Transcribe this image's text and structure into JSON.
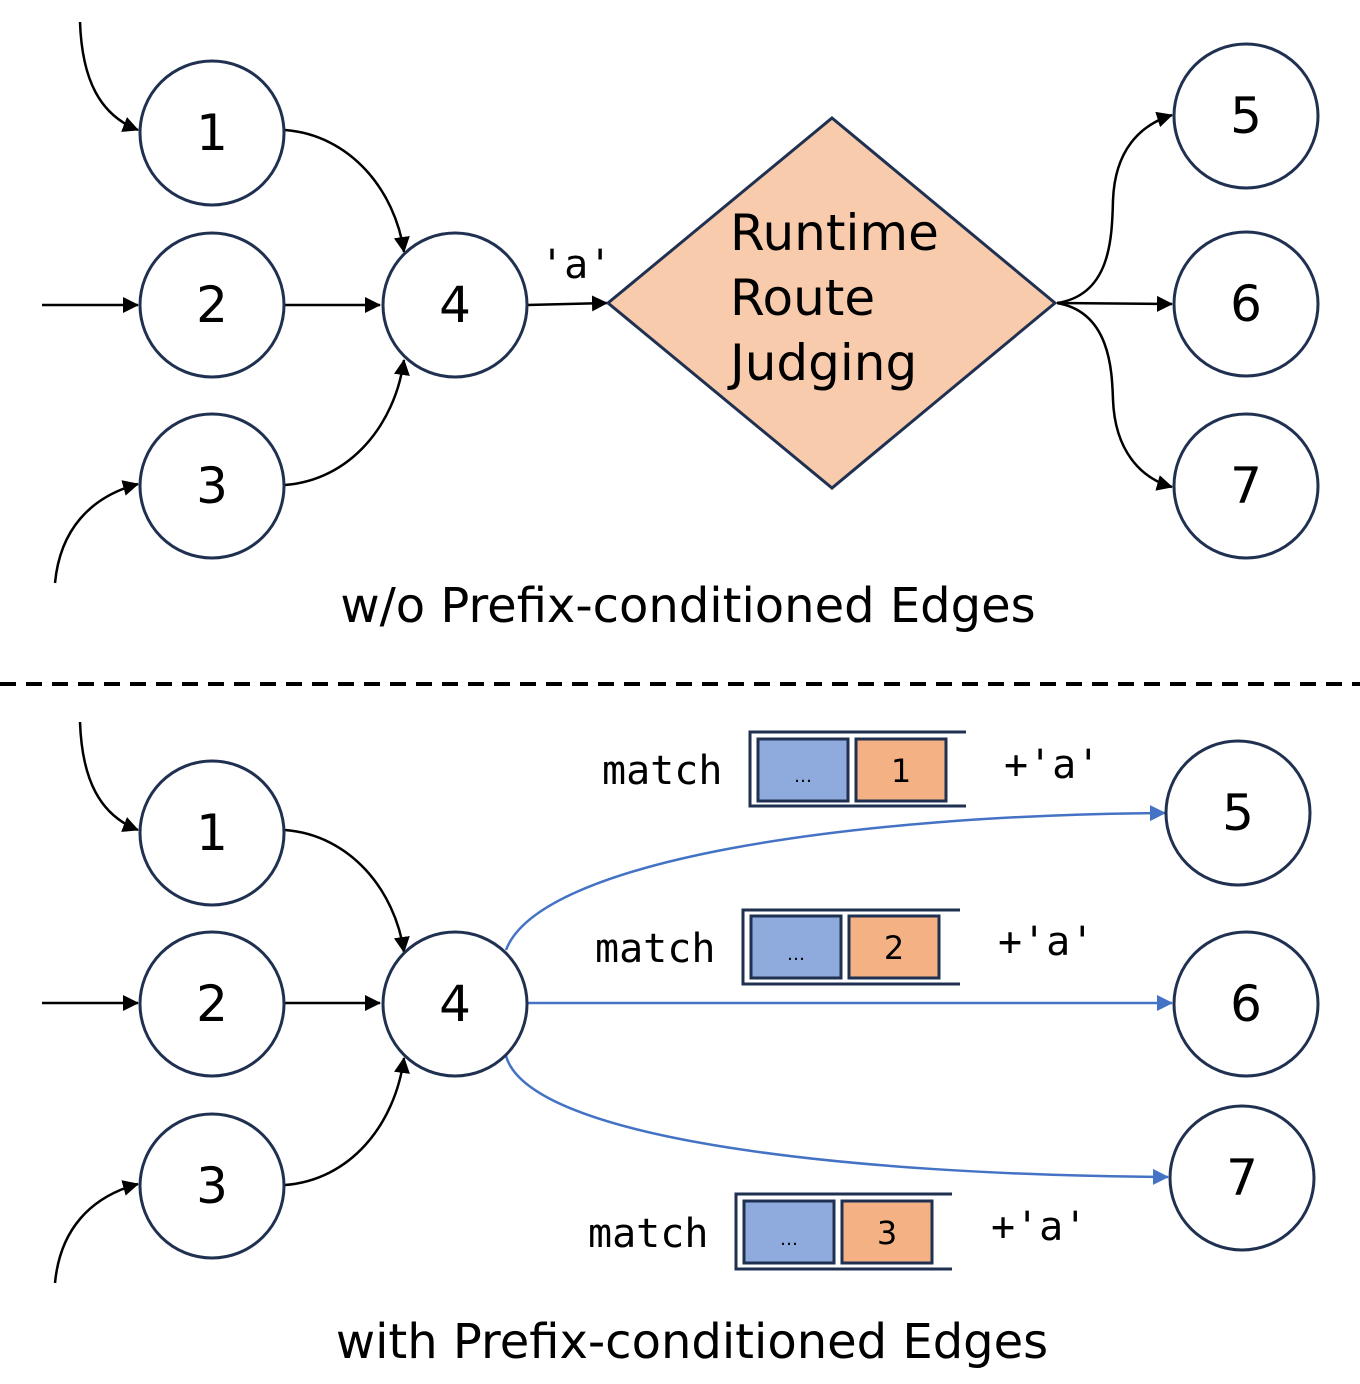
{
  "top_panel": {
    "caption": "w/o Prefix-conditioned Edges",
    "edge_label": "'a'",
    "router": {
      "lines": [
        "Runtime",
        "Route",
        "Judging"
      ]
    },
    "nodes": {
      "n1": "1",
      "n2": "2",
      "n3": "3",
      "n4": "4",
      "n5": "5",
      "n6": "6",
      "n7": "7"
    }
  },
  "bottom_panel": {
    "caption": "with Prefix-conditioned Edges",
    "nodes": {
      "n1": "1",
      "n2": "2",
      "n3": "3",
      "n4": "4",
      "n5": "5",
      "n6": "6",
      "n7": "7"
    },
    "conditions": [
      {
        "keyword": "match",
        "prefix_cell": "…",
        "last_cell": "1",
        "append": "+'a'",
        "target": "5"
      },
      {
        "keyword": "match",
        "prefix_cell": "…",
        "last_cell": "2",
        "append": "+'a'",
        "target": "6"
      },
      {
        "keyword": "match",
        "prefix_cell": "…",
        "last_cell": "3",
        "append": "+'a'",
        "target": "7"
      }
    ]
  },
  "colors": {
    "node_stroke": "#1f3050",
    "router_fill": "#f8cbad",
    "conditioned_edge": "#4472c4",
    "prefix_cell": "#8faadc",
    "last_cell": "#f4b183"
  }
}
